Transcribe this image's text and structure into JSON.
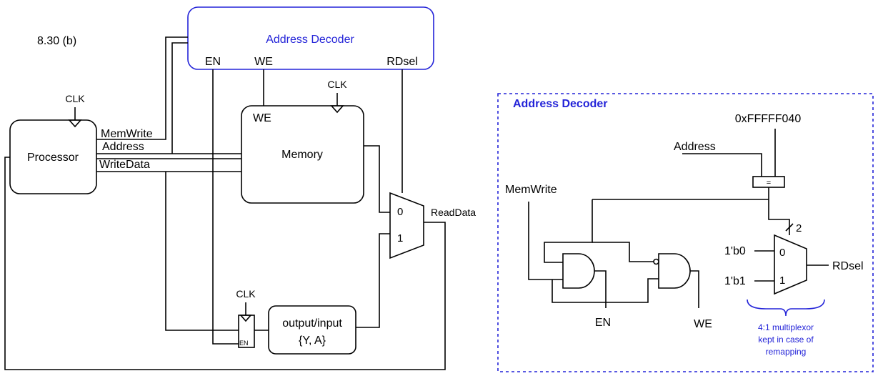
{
  "figure_label": "8.30 (b)",
  "left": {
    "decoder": {
      "title": "Address Decoder",
      "en": "EN",
      "we": "WE",
      "rdsel": "RDsel"
    },
    "processor": {
      "label": "Processor",
      "clk": "CLK"
    },
    "signals": {
      "memwrite": "MemWrite",
      "address": "Address",
      "writedata": "WriteData",
      "readdata": "ReadData"
    },
    "memory": {
      "label": "Memory",
      "we": "WE",
      "clk": "CLK"
    },
    "mux": {
      "in0": "0",
      "in1": "1"
    },
    "register": {
      "clk": "CLK",
      "en": "EN"
    },
    "io": {
      "line1": "output/input",
      "line2": "{Y, A}"
    }
  },
  "right": {
    "title": "Address Decoder",
    "constant": "0xFFFFF040",
    "address": "Address",
    "comparator": "=",
    "memwrite": "MemWrite",
    "bus_width": "2",
    "b0": "1'b0",
    "b1": "1'b1",
    "mux_in0": "0",
    "mux_in1": "1",
    "rdsel": "RDsel",
    "en": "EN",
    "we": "WE",
    "note": [
      "4:1 multiplexor",
      "kept in case of",
      "remapping"
    ]
  }
}
